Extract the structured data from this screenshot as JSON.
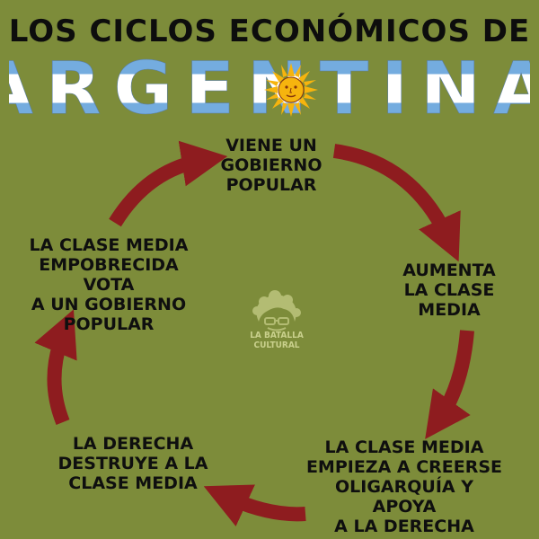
{
  "header": {
    "title": "LOS CICLOS ECONÓMICOS DE",
    "subtitle": "ARGENTINA"
  },
  "cycle": [
    {
      "id": "step-1",
      "text": "VIENE UN\nGOBIERNO\nPOPULAR"
    },
    {
      "id": "step-2",
      "text": "AUMENTA\nLA CLASE\nMEDIA"
    },
    {
      "id": "step-3",
      "text": "LA CLASE MEDIA\nEMPIEZA A CREERSE\nOLIGARQUÍA Y APOYA\nA LA DERECHA"
    },
    {
      "id": "step-4",
      "text": "LA DERECHA\nDESTRUYE A LA\nCLASE MEDIA"
    },
    {
      "id": "step-5",
      "text": "LA CLASE MEDIA\nEMPOBRECIDA VOTA\nA UN GOBIERNO\nPOPULAR"
    }
  ],
  "logo": {
    "text": "LA BATALLA\nCULTURAL"
  },
  "colors": {
    "background": "#7d8c3a",
    "arrow": "#8e1c1f",
    "flag_blue": "#74acdf",
    "flag_white": "#ffffff",
    "sun": "#f6b40e"
  }
}
